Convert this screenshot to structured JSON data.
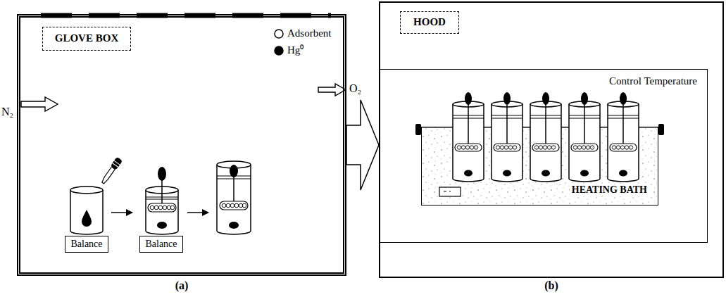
{
  "diagram": {
    "nodes": [
      {
        "text": [
          "(a)"
        ]
      },
      {
        "text": [
          "GLOVE BOX"
        ],
        "in": 0
      },
      {
        "text": [
          "Balance"
        ],
        "in": 0
      },
      {
        "text": [
          "Balance"
        ],
        "in": 0
      },
      {
        "text": [
          "(b)"
        ]
      },
      {
        "text": [
          "HOOD"
        ],
        "in": 4
      },
      {
        "text": [
          "Control Temperature"
        ],
        "in": 4
      },
      {
        "text": [
          "HEATING BATH"
        ],
        "in": 6
      }
    ],
    "edges": [
      {
        "from": 0,
        "to": 4,
        "arrow": "to"
      }
    ],
    "labels": [
      "N₂",
      "O₂"
    ],
    "legend": [
      {
        "text": "Adsorbent"
      },
      {
        "text": "Hg⁰"
      }
    ]
  }
}
